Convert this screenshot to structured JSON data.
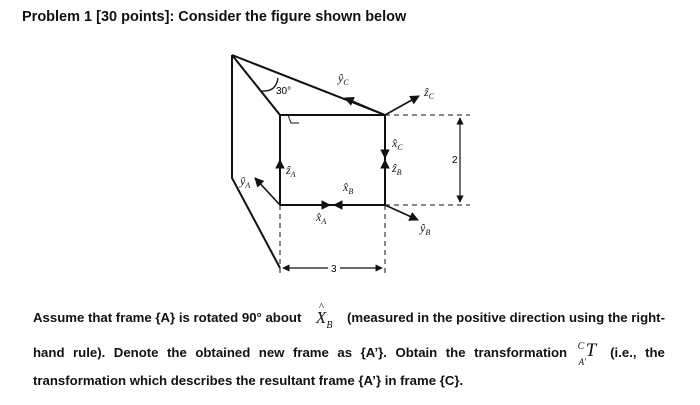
{
  "heading": "Problem 1 [30 points]: Consider the figure shown below",
  "figure": {
    "angle_label": "30°",
    "dim_height": "2",
    "dim_width": "3",
    "labels": {
      "y_c": "ŷ",
      "y_c_sub": "C",
      "z_c": "ẑ",
      "z_c_sub": "C",
      "x_c": "x̂",
      "x_c_sub": "C",
      "z_b": "ẑ",
      "z_b_sub": "B",
      "x_b": "x̂",
      "x_b_sub": "B",
      "y_b": "ŷ",
      "y_b_sub": "B",
      "z_a": "ẑ",
      "z_a_sub": "A",
      "y_a": "ŷ",
      "y_a_sub": "A",
      "x_a": "x̂",
      "x_a_sub": "A"
    }
  },
  "paragraph": {
    "l1_a": "Assume that frame {A} is rotated 90° about",
    "l1_sym": "X",
    "l1_sub": "B",
    "l1_b": "(measured in the positive direction using the right-",
    "l2_w1": "hand",
    "l2_w2": "rule).",
    "l2_w3": "Denote",
    "l2_w4": "the",
    "l2_w5": "obtained",
    "l2_w6": "new",
    "l2_w7": "frame",
    "l2_w8": "as",
    "l2_w9": "{A’}.",
    "l2_w10": "Obtain",
    "l2_w11": "the",
    "l2_w12": "transformation",
    "l2_T": "T",
    "l2_T_sup": "C",
    "l2_T_sub": "A'",
    "l2_w13": "(i.e.,",
    "l2_w14": "the",
    "l3": "transformation which describes the resultant frame {A’} in frame {C}."
  }
}
